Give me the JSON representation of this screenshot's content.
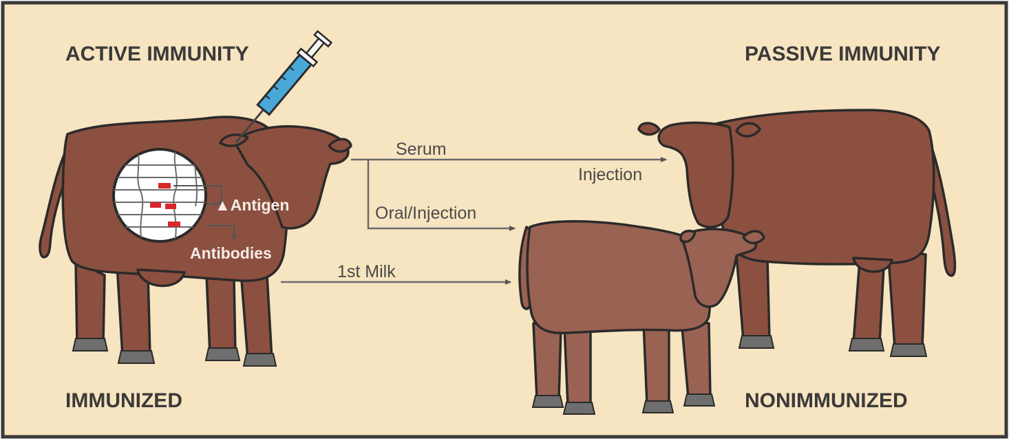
{
  "headings": {
    "active": "ACTIVE IMMUNITY",
    "passive": "PASSIVE IMMUNITY",
    "immunized": "IMMUNIZED",
    "nonimmunized": "NONIMMUNIZED"
  },
  "flows": {
    "serum": "Serum",
    "injection": "Injection",
    "oral_injection": "Oral/Injection",
    "first_milk": "1st Milk"
  },
  "inset": {
    "antigen": "▲Antigen",
    "antibodies": "Antibodies"
  },
  "colors": {
    "background": "#f7e4c0",
    "cow": "#8c5040",
    "calf": "#9a6252",
    "outline": "#2a2a2a",
    "hoof": "#6e6e6e",
    "antigen": "#d8262a",
    "arrow": "#6a6a6a"
  }
}
